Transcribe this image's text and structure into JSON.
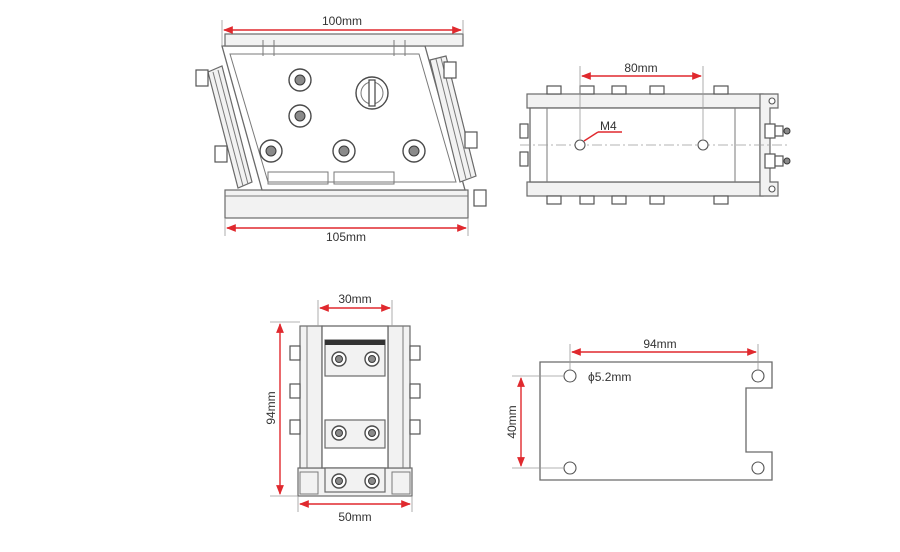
{
  "views": {
    "side": {
      "top_dim": "100mm",
      "bottom_dim": "105mm"
    },
    "top": {
      "spacing_dim": "80mm",
      "thread_label": "M4"
    },
    "front": {
      "width_top_dim": "30mm",
      "height_dim": "94mm",
      "width_bottom_dim": "50mm"
    },
    "plate": {
      "hole_spacing_dim": "94mm",
      "hole_diameter_dim": "ϕ5.2mm",
      "height_dim": "40mm"
    }
  },
  "colors": {
    "dimension_line": "#e0292e",
    "outline": "#6a6a6a",
    "background": "#ffffff"
  }
}
